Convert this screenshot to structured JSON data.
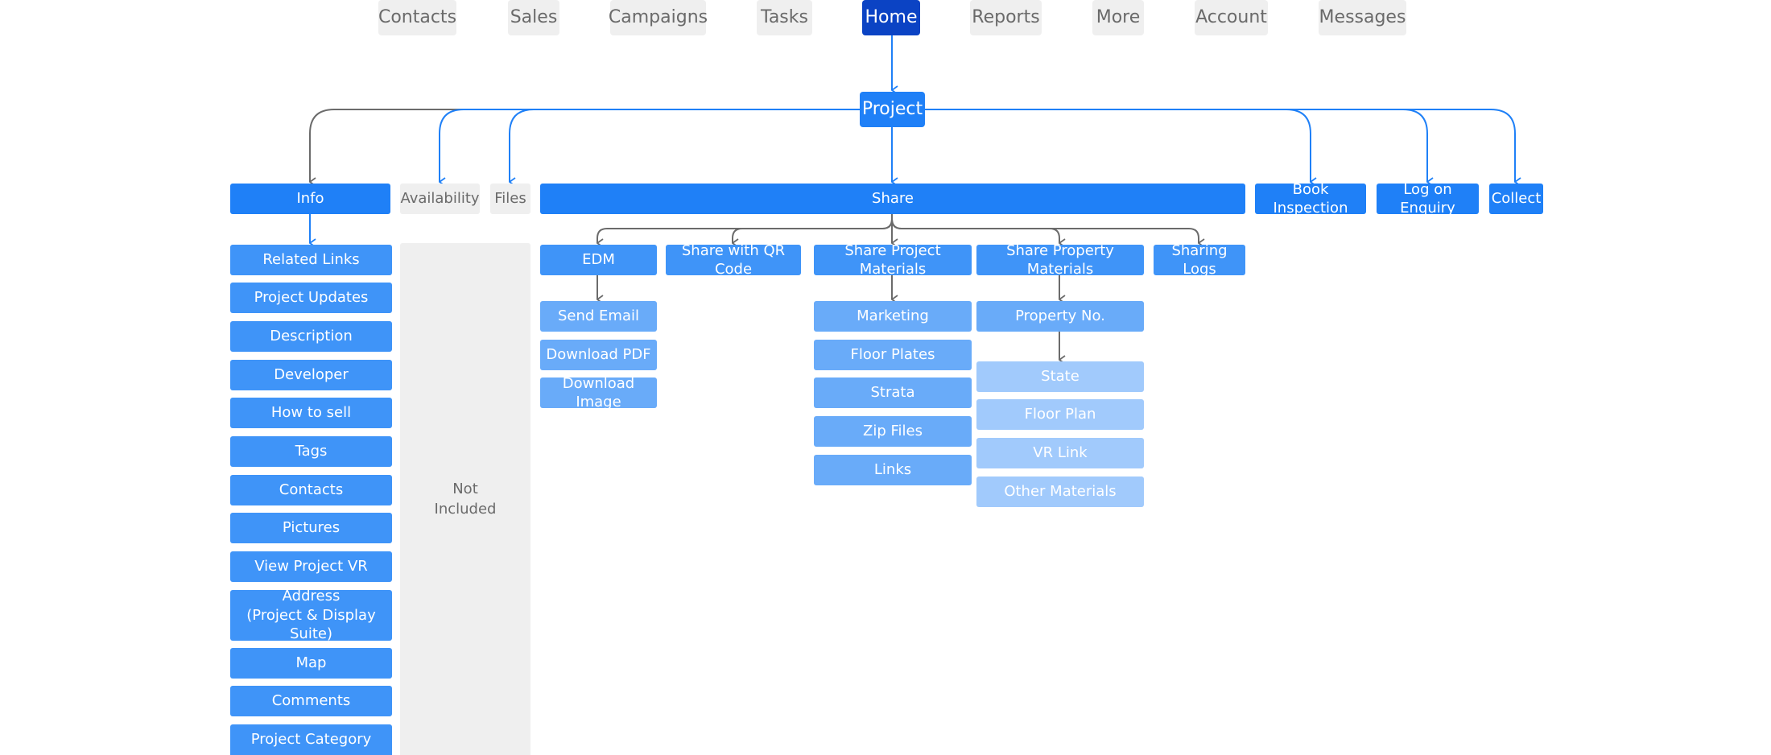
{
  "colors": {
    "active_nav": "#0b43c4",
    "primary": "#1f80f7",
    "secondary": "#3f94f8",
    "tertiary": "#69abf9",
    "faded": "#a1cafc",
    "inactive": "#efefef",
    "connector_grey": "#6b6b6b"
  },
  "nav": {
    "contacts": "Contacts",
    "sales": "Sales",
    "campaigns": "Campaigns",
    "tasks": "Tasks",
    "home": "Home",
    "reports": "Reports",
    "more": "More",
    "account": "Account",
    "messages": "Messages"
  },
  "tree": {
    "root": "Project",
    "info": "Info",
    "availability": "Availability",
    "files": "Files",
    "share": "Share",
    "book_inspection": "Book Inspection",
    "log_on_enquiry": "Log on Enquiry",
    "collect": "Collect",
    "not_included_line1": "Not",
    "not_included_line2": "Included"
  },
  "info_items": {
    "related_links": "Related Links",
    "project_updates": "Project Updates",
    "description": "Description",
    "developer": "Developer",
    "how_to_sell": "How to sell",
    "tags": "Tags",
    "contacts": "Contacts",
    "pictures": "Pictures",
    "view_project_vr": "View Project VR",
    "address_line1": "Address",
    "address_line2": "(Project & Display Suite)",
    "map": "Map",
    "comments": "Comments",
    "project_category": "Project Category"
  },
  "share": {
    "edm": "EDM",
    "qr": "Share with QR Code",
    "project_materials": "Share Project Materials",
    "property_materials": "Share Property Materials",
    "sharing_logs": "Sharing Logs",
    "send_email": "Send Email",
    "download_pdf": "Download PDF",
    "download_image": "Download Image",
    "marketing": "Marketing",
    "floor_plates": "Floor Plates",
    "strata": "Strata",
    "zip_files": "Zip Files",
    "links": "Links",
    "property_no": "Property No.",
    "state": "State",
    "floor_plan": "Floor Plan",
    "vr_link": "VR Link",
    "other_materials": "Other Materials"
  }
}
